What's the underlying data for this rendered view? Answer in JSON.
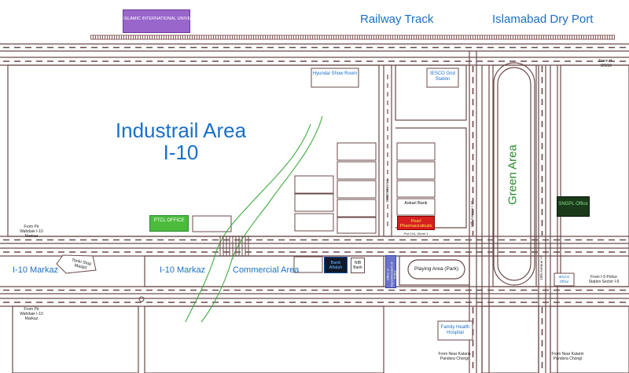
{
  "map": {
    "title_line1": "Industrail Area",
    "title_line2": "I-10",
    "railway": "Railway Track",
    "dry_port": "Islamabad Dry Port",
    "university": "ISLAMIC INTERNATIONAL UNIVERSITY",
    "hyundai": "Hyundai Show Room",
    "iesco_grid": "IESCO Grid Station",
    "green_area": "Green Area",
    "sngpl": "SNGPL Office",
    "ptcl": "PTCL OFFICE",
    "askari": "Askari Bank",
    "pearl": "Pearl Pharmaceuticals",
    "plot_label": "Plot 104, Street 1",
    "street_no": "STREET NO 1",
    "avenue_left": "10th Avenue I-10",
    "avenue_right": "10th Avenue I-9",
    "bank_alfalah": "Bank Alfalah",
    "nib": "NIB Bank",
    "police": "Office of Superintendent of Police",
    "park": "Playing Area (Park)",
    "markaz_left": "I-10 Markaz",
    "markaz_mid": "I-10 Markaz",
    "commercial": "Commercial Area",
    "masjid": "Tanki Stop Masjid",
    "iesco_office": "IESCO Office",
    "family_health": "Family Health Hospital",
    "from_wahdat_top": "From Pir Wahdaie I-10 Markaz",
    "from_wahdat_bottom": "From Pir Wahdaie I-10 Markaz",
    "from_h8": "From H-8/9/10",
    "from_police": "From I-9 Police Station Sector I-9",
    "from_katarin_left": "From Near Katarin Pandora Chongi",
    "from_katarin_right": "From Near Katarin Pandora Chongi"
  },
  "colors": {
    "road": "#6b4a4a",
    "dash": "#6b4a4a",
    "rail": "#8b5a5a",
    "stream": "#3daa3d",
    "label_blue": "#1a6fc9",
    "university_bg": "#9966cc",
    "ptcl_bg": "#4cbb3c",
    "pearl_bg": "#d62020",
    "sngpl_bg": "#1a3a1a",
    "bank_alfalah_bg": "#111a2a",
    "police_bg": "#6a72c9",
    "green_text": "#2a8a2a"
  }
}
